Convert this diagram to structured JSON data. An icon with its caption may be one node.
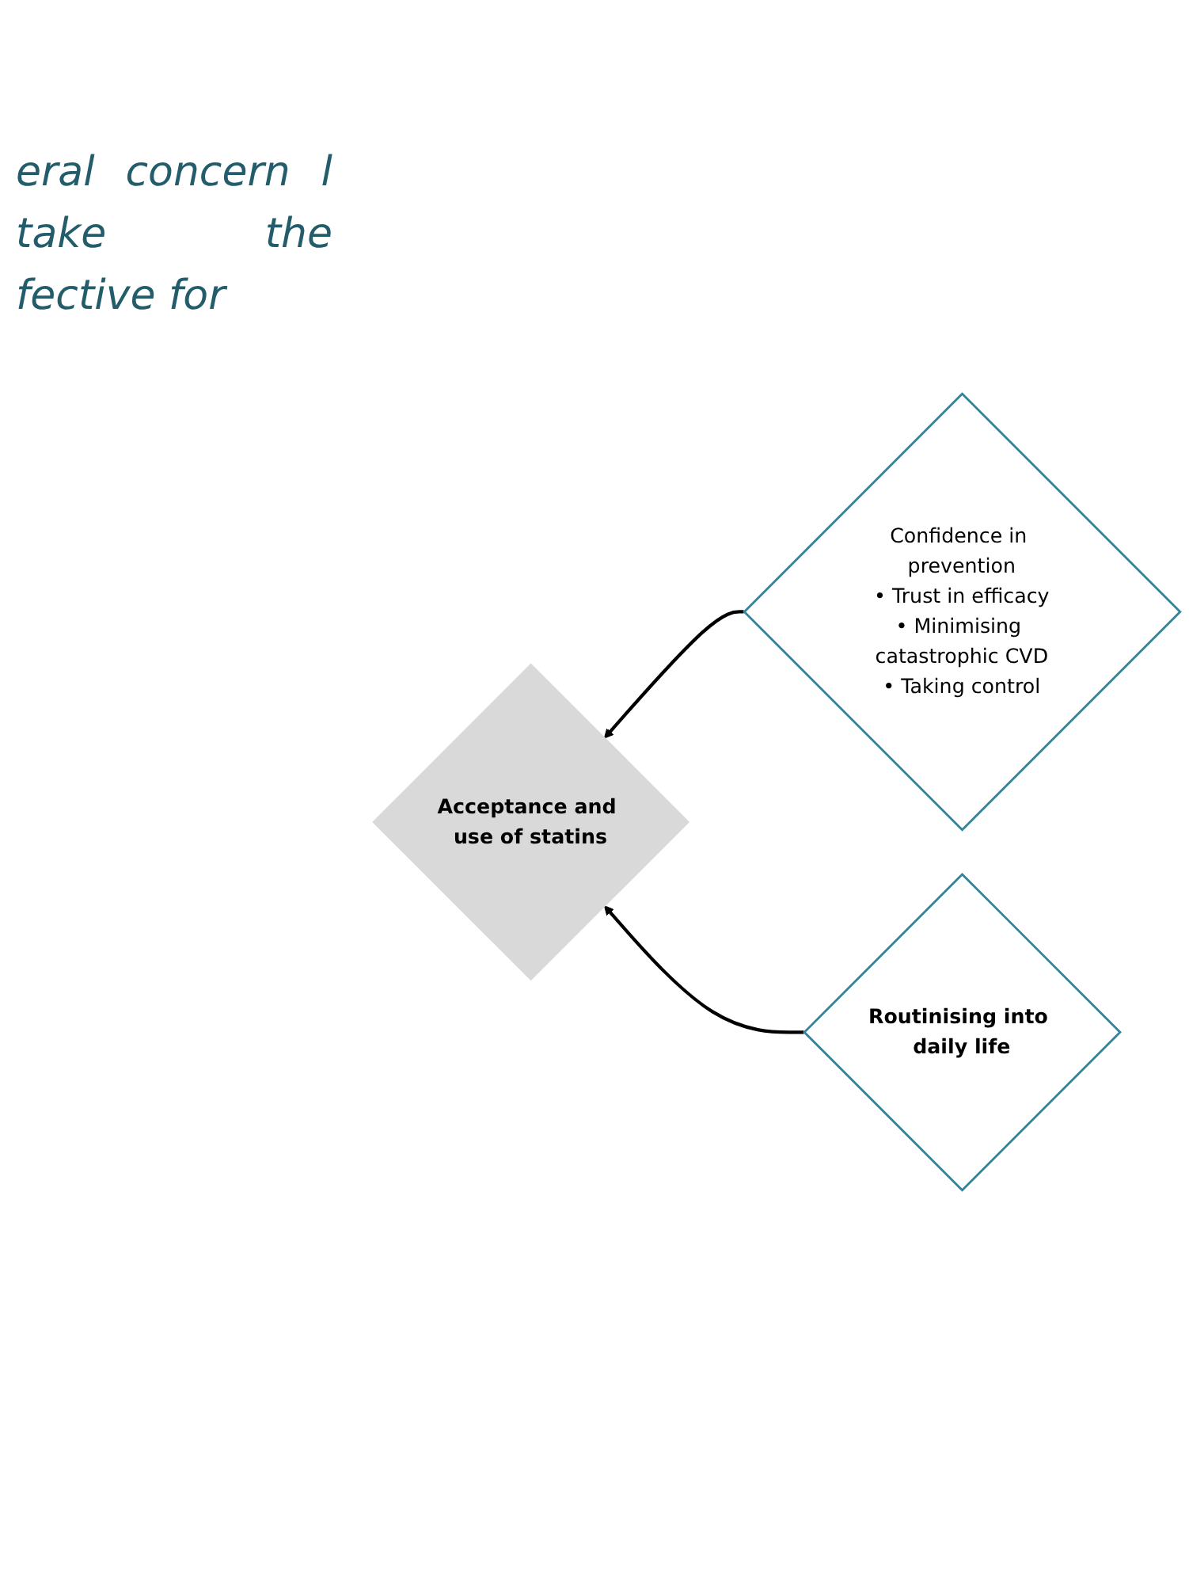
{
  "diagram": {
    "nodes": [
      {
        "text": [
          "Confidence in prevention",
          "• Trust in efficacy",
          "• Minimising catastrophic CVD",
          "• Taking control"
        ]
      },
      {
        "text": [
          "Acceptance and use of statins"
        ]
      },
      {
        "text": [
          "Routinising into daily life"
        ]
      }
    ],
    "edges": [
      {
        "from": 0,
        "to": 1,
        "arrow": "to"
      },
      {
        "from": 2,
        "to": 1,
        "arrow": "to"
      }
    ],
    "labels": [
      "eral concern l take the fective for"
    ]
  }
}
